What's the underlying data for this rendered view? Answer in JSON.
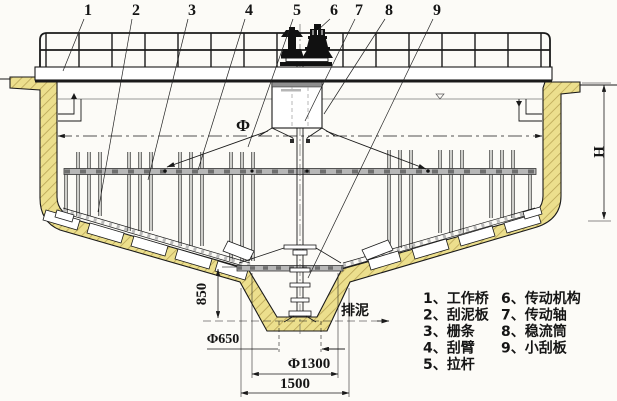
{
  "drawing_type": "clarifier-cross-section",
  "callouts": [
    {
      "label": "1"
    },
    {
      "label": "2"
    },
    {
      "label": "3"
    },
    {
      "label": "4"
    },
    {
      "label": "5"
    },
    {
      "label": "6"
    },
    {
      "label": "7"
    },
    {
      "label": "8"
    },
    {
      "label": "9"
    }
  ],
  "legend": {
    "items": [
      {
        "label": "1、工作桥"
      },
      {
        "label": "2、刮泥板"
      },
      {
        "label": "3、栅条"
      },
      {
        "label": "4、刮臂"
      },
      {
        "label": "5、拉杆"
      },
      {
        "label": "6、传动机构"
      },
      {
        "label": "7、传动轴"
      },
      {
        "label": "8、稳流筒"
      },
      {
        "label": "9、小刮板"
      }
    ]
  },
  "dimensions": {
    "diameter": "Φ",
    "height": "H",
    "hopper_depth": "850",
    "hopper_bottom_diameter": "Φ650",
    "hopper_top_diameter": "Φ1300",
    "hopper_outer_width": "1500",
    "sludge_discharge": "排泥"
  },
  "colors": {
    "wall_fill": "#ecdf8d",
    "wall_hatch": "#b9a455",
    "line": "#1a1a1a",
    "beam_gray": "#b7b7b7",
    "background": "#fcfbf7"
  }
}
